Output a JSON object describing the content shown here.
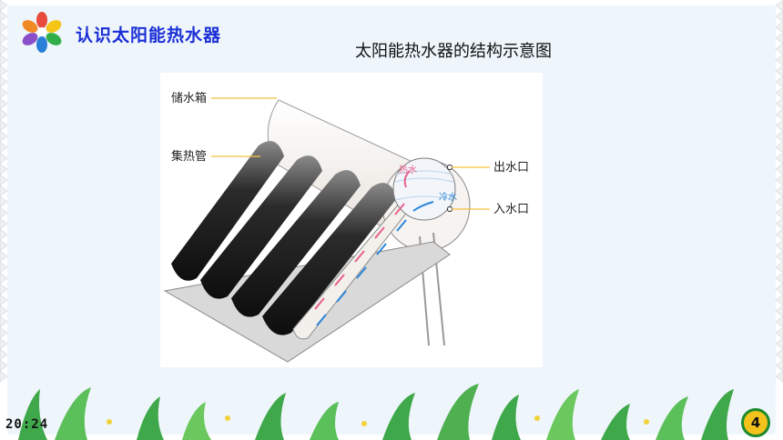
{
  "header": {
    "title": "认识太阳能热水器"
  },
  "slide": {
    "subtitle": "太阳能热水器的结构示意图"
  },
  "diagram": {
    "labels": {
      "tank": "储水箱",
      "collector_tube": "集热管",
      "outlet": "出水口",
      "inlet": "入水口",
      "hot_water": "热水",
      "cold_water": "冷水"
    }
  },
  "footer": {
    "time": "20:24",
    "page_number": "4"
  },
  "colors": {
    "title": "#1a2fd6",
    "badge_fill": "#f3c21c",
    "badge_ring": "#1c8a2c",
    "hot_arrow": "#e8608a",
    "cold_arrow": "#2a86d8"
  }
}
